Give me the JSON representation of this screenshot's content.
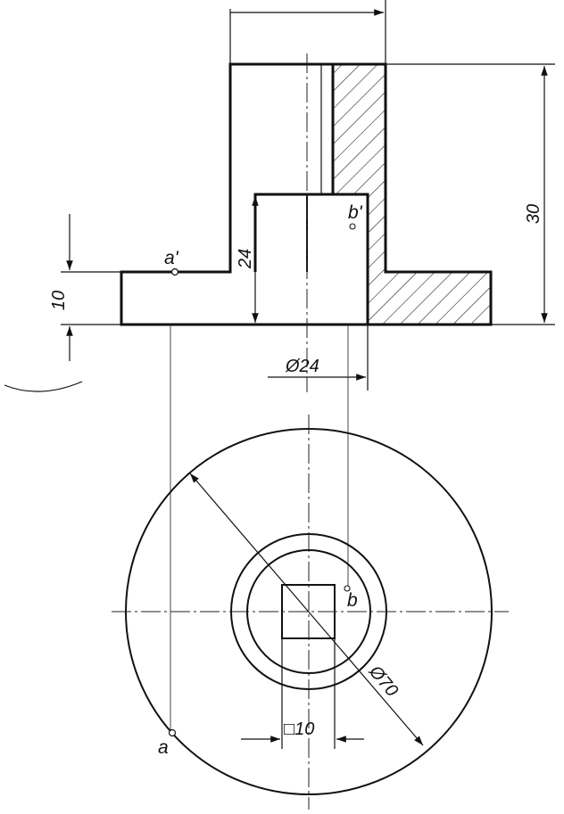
{
  "dimensions": {
    "height_total": "30",
    "height_step": "24",
    "flange_thickness": "10",
    "bore_diameter": "Ø24",
    "outer_diameter": "Ø70",
    "square_size": "□10"
  },
  "points": {
    "a_front": "a'",
    "b_front": "b'",
    "a_top": "a",
    "b_top": "b"
  },
  "colors": {
    "ink": "#111111",
    "paper": "#ffffff"
  }
}
